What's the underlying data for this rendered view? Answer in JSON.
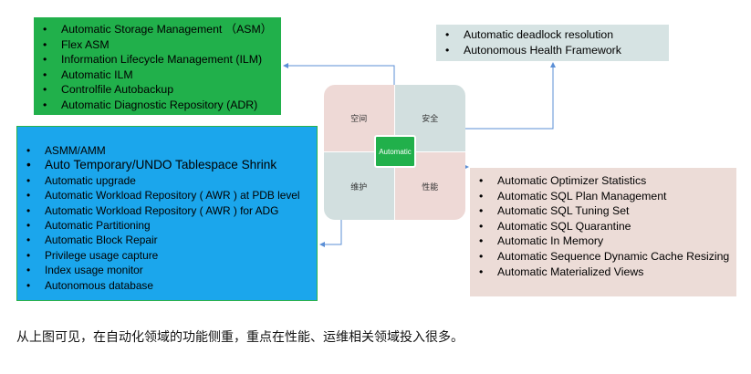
{
  "storage_box": {
    "color": "#21b04b",
    "items": [
      "Automatic Storage Management （ASM）",
      "Flex ASM",
      "Information Lifecycle Management (ILM)",
      "Automatic ILM",
      "Controlfile Autobackup",
      "Automatic Diagnostic Repository (ADR)"
    ]
  },
  "health_box": {
    "color": "#d6e3e3",
    "items": [
      "Automatic deadlock resolution",
      "Autonomous Health Framework"
    ]
  },
  "maintenance_box": {
    "color": "#1ba6ec",
    "items": [
      "ASMM/AMM",
      "Auto Temporary/UNDO Tablespace Shrink",
      "Automatic upgrade",
      "Automatic Workload Repository ( AWR ) at PDB level",
      "Automatic Workload Repository ( AWR ) for ADG",
      "Automatic Partitioning",
      "Automatic Block Repair",
      "Privilege usage capture",
      "Index usage monitor",
      "Autonomous database"
    ]
  },
  "performance_box": {
    "color": "#ecdcd7",
    "items": [
      "Automatic Optimizer Statistics",
      "Automatic SQL Plan Management",
      "Automatic SQL Tuning Set",
      "Automatic SQL Quarantine",
      "Automatic In Memory",
      "Automatic Sequence Dynamic Cache Resizing",
      "Automatic Materialized Views"
    ]
  },
  "quadrant": {
    "top_left": "空间",
    "top_right": "安全",
    "bottom_left": "维护",
    "bottom_right": "性能",
    "center": "Automatic"
  },
  "caption": "从上图可见，在自动化领域的功能侧重，重点在性能、运维相关领域投入很多。"
}
